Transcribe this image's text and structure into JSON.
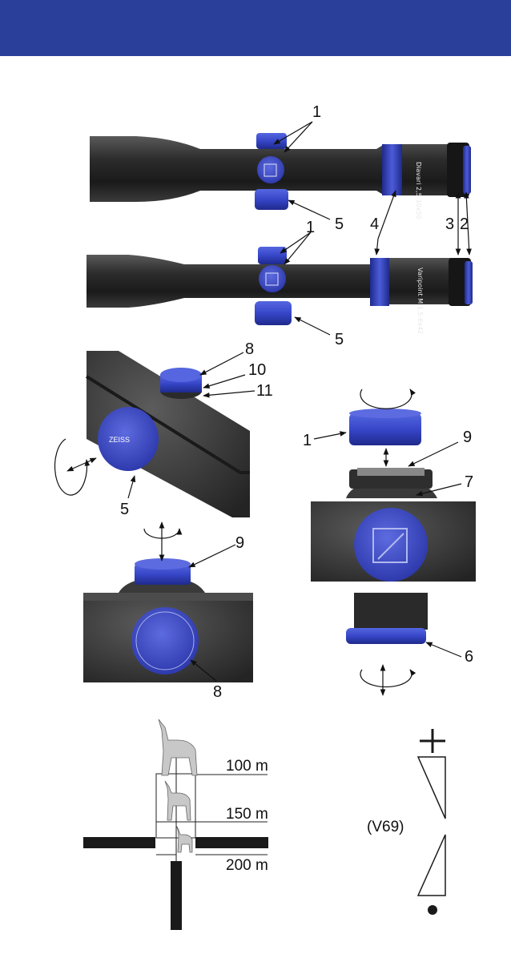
{
  "colors": {
    "header": "#2a3f9a",
    "accent_blue": "#3646c8",
    "accent_blue_dark": "#1f2a8c",
    "scope_body": "#3a3a3a",
    "scope_dark": "#1e1e1e"
  },
  "callouts": {
    "c1_top": "1",
    "c1_second": "1",
    "c5_top": "5",
    "c4": "4",
    "c3": "3",
    "c2": "2",
    "c5_second": "5",
    "c8_turret": "8",
    "c10": "10",
    "c11": "11",
    "c5_turret": "5",
    "c9_left": "9",
    "c8_left": "8",
    "c1_right": "1",
    "c9_right": "9",
    "c7": "7",
    "c6": "6"
  },
  "scope_labels": {
    "top": "Diavari 2,5-10x50",
    "bottom": "Varipoint M 1,5-6x42"
  },
  "rangefinder": {
    "distances": [
      "100 m",
      "150 m",
      "200 m"
    ]
  },
  "reticle": {
    "label": "(V69)"
  },
  "icons": [
    "zeiss-logo-icon",
    "rotate-arrow-icon",
    "double-arrow-icon",
    "deer-icon",
    "plus-sign-icon",
    "dot-icon"
  ]
}
